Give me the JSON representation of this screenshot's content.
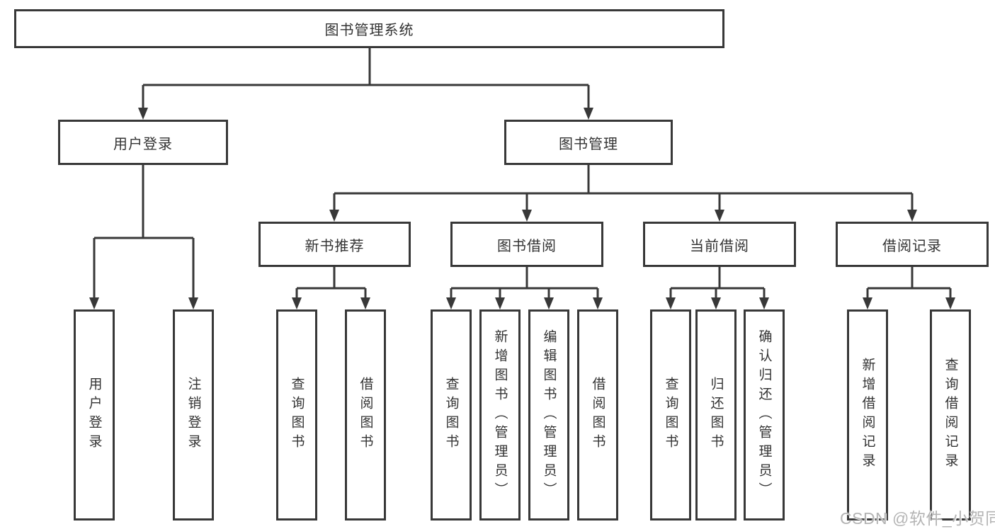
{
  "diagram": {
    "type": "hierarchy-tree",
    "colors": {
      "line": "#383838",
      "box_border": "#383838",
      "box_fill": "#ffffff",
      "text": "#333333",
      "watermark_text": "#b4b4b4",
      "background": "#ffffff"
    },
    "tree": {
      "label": "图书管理系统",
      "children": [
        {
          "label": "用户登录",
          "children": [
            {
              "label": "用户登录"
            },
            {
              "label": "注销登录"
            }
          ]
        },
        {
          "label": "图书管理",
          "children": [
            {
              "label": "新书推荐",
              "children": [
                {
                  "label": "查询图书"
                },
                {
                  "label": "借阅图书"
                }
              ]
            },
            {
              "label": "图书借阅",
              "children": [
                {
                  "label": "查询图书"
                },
                {
                  "label": "新增图书（管理员）"
                },
                {
                  "label": "编辑图书（管理员）"
                },
                {
                  "label": "借阅图书"
                }
              ]
            },
            {
              "label": "当前借阅",
              "children": [
                {
                  "label": "查询图书"
                },
                {
                  "label": "归还图书"
                },
                {
                  "label": "确认归还（管理员）"
                }
              ]
            },
            {
              "label": "借阅记录",
              "children": [
                {
                  "label": "新增借阅记录"
                },
                {
                  "label": "查询借阅记录"
                }
              ]
            }
          ]
        }
      ]
    },
    "watermark": {
      "text": "CSDN @软件_小贺同学"
    }
  }
}
